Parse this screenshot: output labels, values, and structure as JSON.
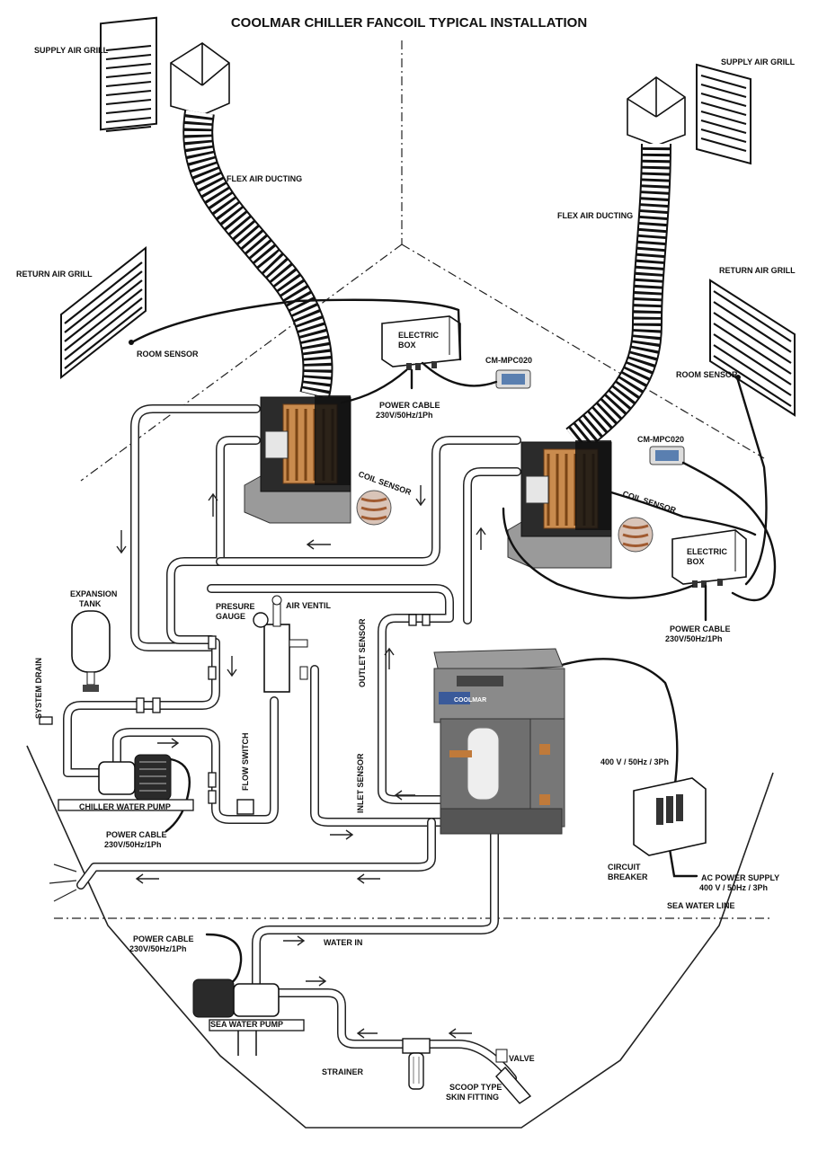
{
  "title": "COOLMAR CHILLER FANCOIL TYPICAL INSTALLATION",
  "labels": {
    "supply_air_grill_left": "SUPPLY AIR GRILL",
    "supply_air_grill_right": "SUPPLY AIR GRILL",
    "flex_air_ducting_left": "FLEX AIR DUCTING",
    "flex_air_ducting_right": "FLEX AIR DUCTING",
    "return_air_grill_left": "RETURN AIR GRILL",
    "return_air_grill_right": "RETURN AIR GRILL",
    "room_sensor_left": "ROOM SENSOR",
    "room_sensor_right": "ROOM SENSOR",
    "electric_box_left_1": "ELECTRIC",
    "electric_box_left_2": "BOX",
    "electric_box_right_1": "ELECTRIC",
    "electric_box_right_2": "BOX",
    "cm_mpc020_left": "CM-MPC020",
    "cm_mpc020_right": "CM-MPC020",
    "power_cable_left_1": "POWER CABLE",
    "power_cable_left_2": "230V/50Hz/1Ph",
    "power_cable_right_1": "POWER CABLE",
    "power_cable_right_2": "230V/50Hz/1Ph",
    "coil_sensor_left": "COIL SENSOR",
    "coil_sensor_right": "COIL SENSOR",
    "expansion_tank_1": "EXPANSION",
    "expansion_tank_2": "TANK",
    "presure_gauge_1": "PRESURE",
    "presure_gauge_2": "GAUGE",
    "air_ventil": "AIR VENTIL",
    "outlet_sensor": "OUTLET SENSOR",
    "inlet_sensor": "INLET SENSOR",
    "flow_switch": "FLOW SWITCH",
    "system_drain": "SYSTEM DRAIN",
    "chiller_water_pump": "CHILLER WATER PUMP",
    "power_cable_pump_1": "POWER CABLE",
    "power_cable_pump_2": "230V/50Hz/1Ph",
    "three_phase": "400 V / 50Hz / 3Ph",
    "circuit_breaker_1": "CIRCUIT",
    "circuit_breaker_2": "BREAKER",
    "ac_power_supply_1": "AC POWER SUPPLY",
    "ac_power_supply_2": "400 V / 50Hz / 3Ph",
    "sea_water_line": "SEA WATER LINE",
    "power_cable_sea_1": "POWER CABLE",
    "power_cable_sea_2": "230V/50Hz/1Ph",
    "water_in": "WATER IN",
    "sea_water_pump": "SEA WATER PUMP",
    "strainer": "STRAINER",
    "valve": "VALVE",
    "scoop_1": "SCOOP TYPE",
    "scoop_2": "SKIN FITTING",
    "chiller_brand": "COOLMAR"
  },
  "colors": {
    "line": "#222222",
    "chiller_body": "#8a8a8a",
    "chiller_dark": "#555555",
    "copper": "#c07a3a",
    "controller_screen": "#5a7fb0"
  }
}
